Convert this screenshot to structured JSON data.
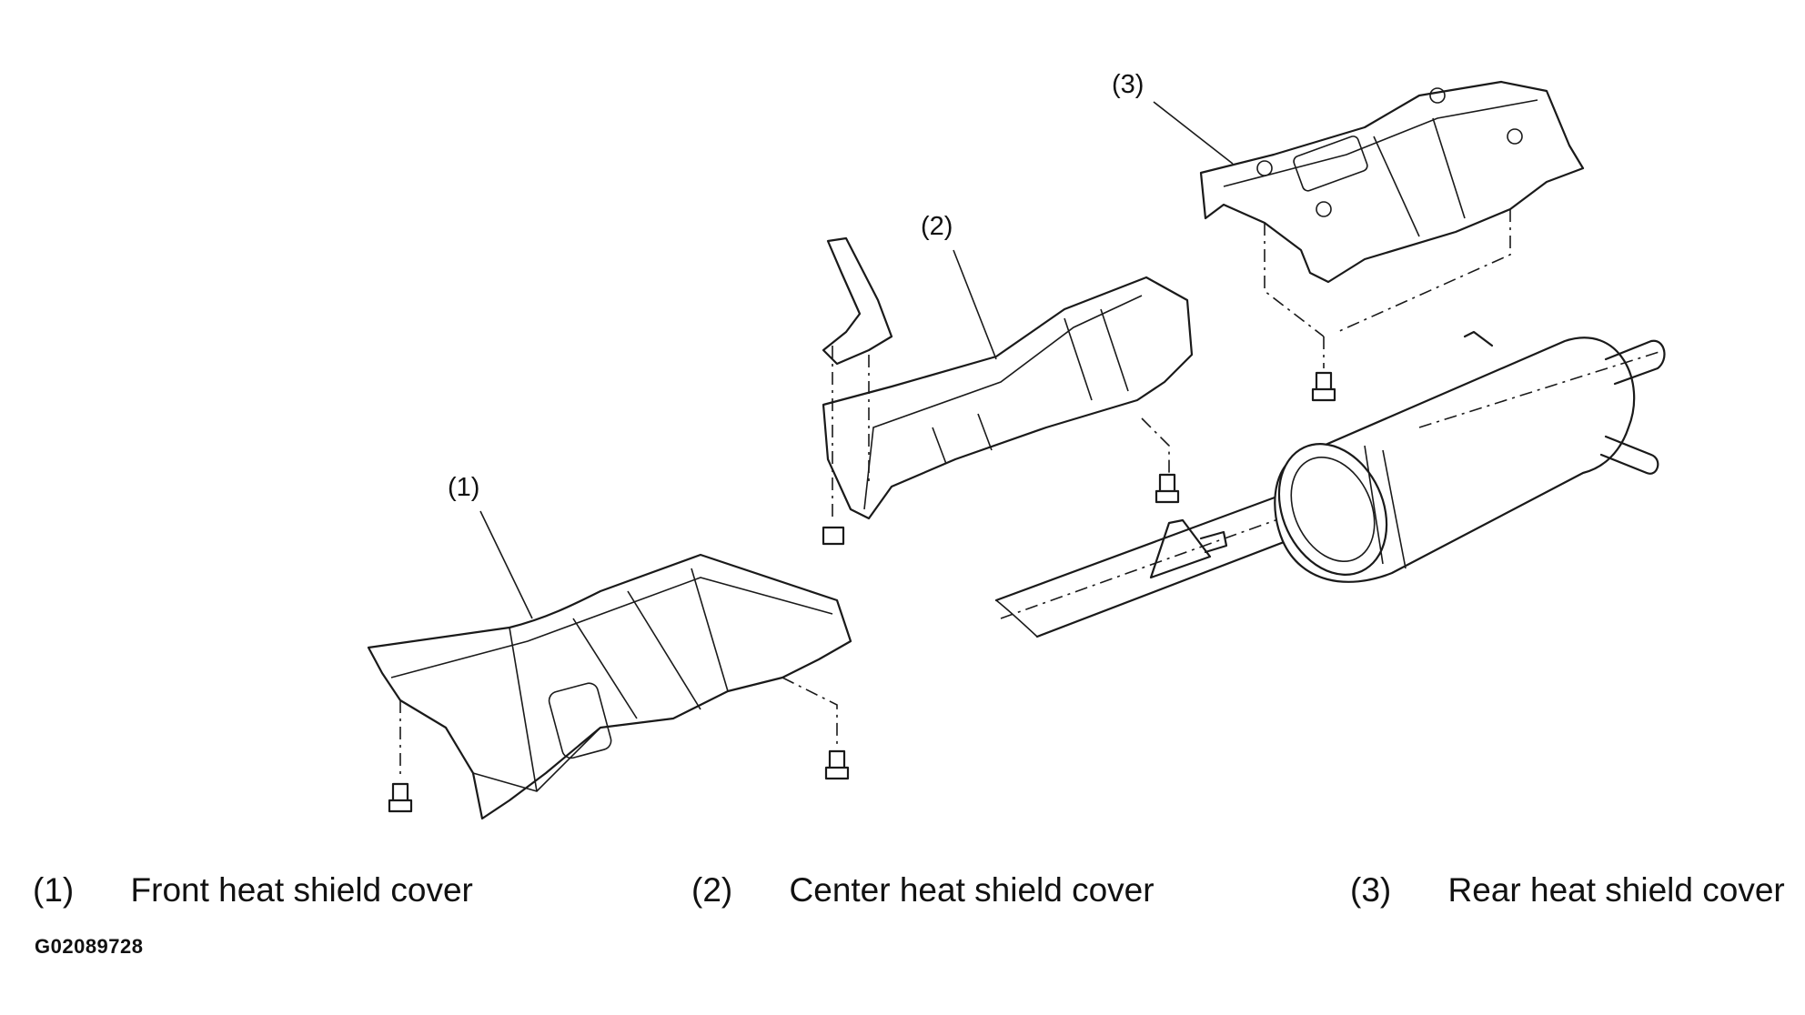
{
  "parts": [
    {
      "id": "1",
      "callout": "(1)",
      "name": "Front heat shield cover"
    },
    {
      "id": "2",
      "callout": "(2)",
      "name": "Center heat shield cover"
    },
    {
      "id": "3",
      "callout": "(3)",
      "name": "Rear heat shield cover"
    }
  ],
  "figure_id": "G02089728"
}
